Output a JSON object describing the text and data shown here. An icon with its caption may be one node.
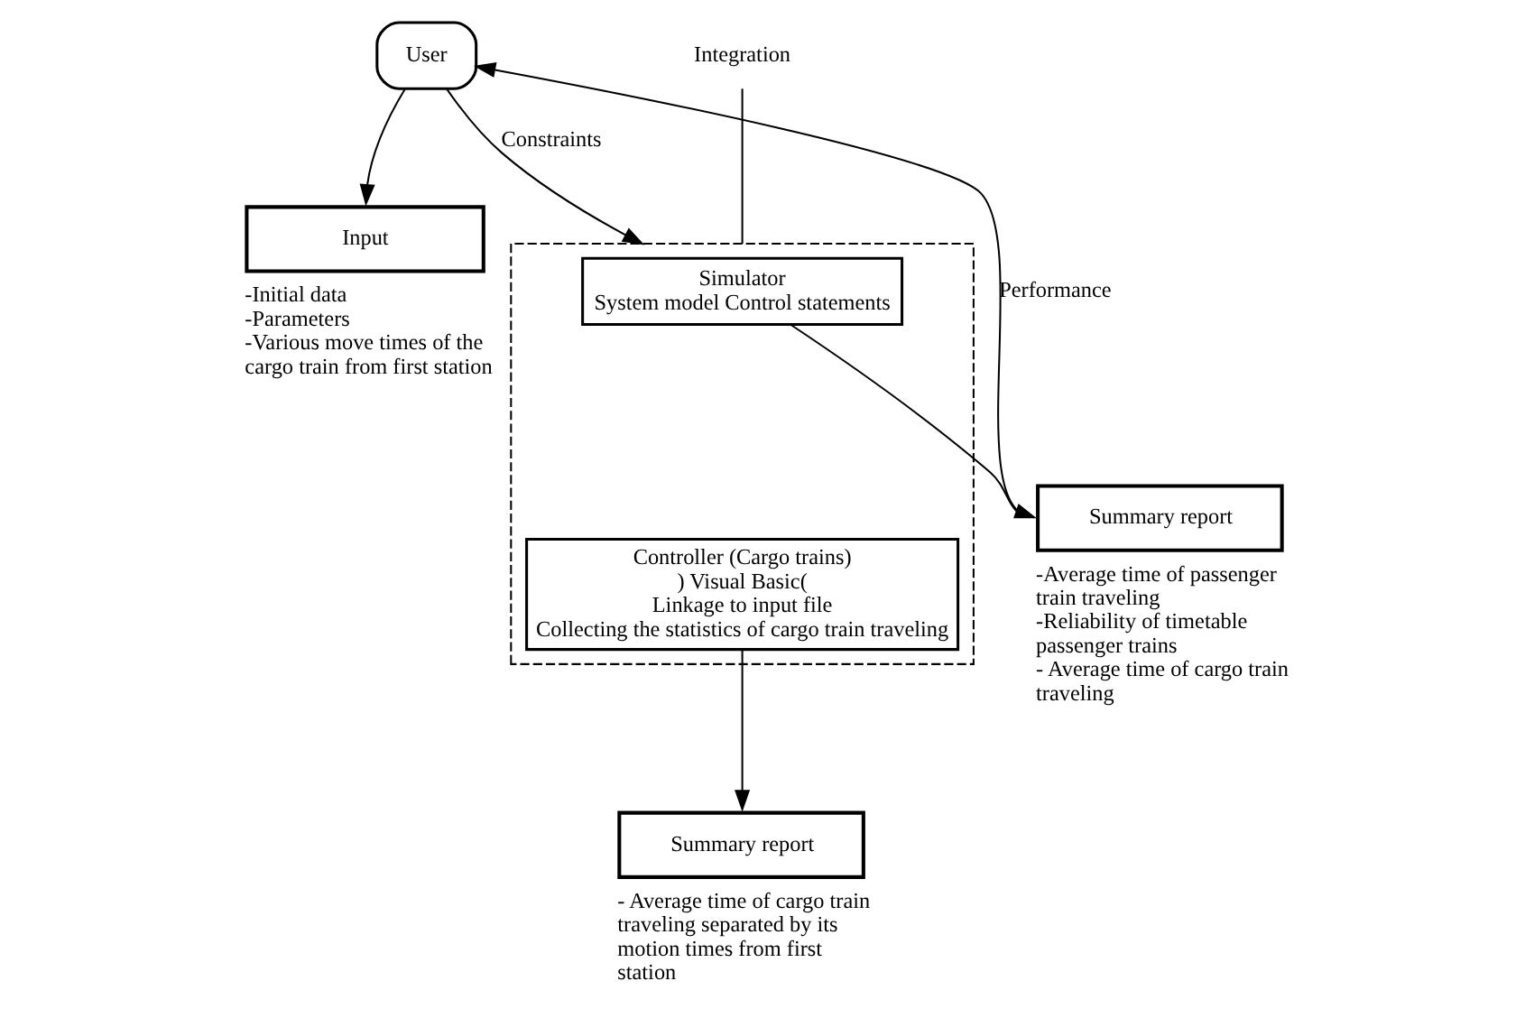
{
  "diagram": {
    "nodes": [
      {
        "text": [
          "User"
        ]
      },
      {
        "text": [
          "Input"
        ],
        "beside": [
          "-Initial data",
          "-Parameters",
          "-Various move times of the cargo train from first station"
        ]
      },
      {
        "text": [],
        "shape": "box"
      },
      {
        "text": [
          "Simulator",
          "System model Control statements"
        ],
        "in": 2
      },
      {
        "text": [
          "Controller (Cargo trains)",
          ") Visual Basic(",
          "Linkage to input file",
          "Collecting the statistics of cargo train traveling"
        ],
        "in": 2
      },
      {
        "text": [
          "Summary report"
        ],
        "beside": [
          "-Average time of passenger train traveling",
          "-Reliability of timetable passenger trains",
          "- Average time of cargo train traveling"
        ]
      },
      {
        "text": [
          "Summary report"
        ],
        "beside": [
          "- Average time of cargo train traveling separated by its motion times from first station"
        ]
      },
      {
        "text": [
          "Integration"
        ]
      }
    ],
    "edges": [
      {
        "from": 0,
        "to": 1,
        "arrow": "to"
      },
      {
        "from": 0,
        "to": 2,
        "arrow": "to",
        "label": "Constraints"
      },
      {
        "from": 5,
        "to": 0,
        "arrow": "to",
        "label": "Performance"
      },
      {
        "from": 3,
        "to": 5,
        "arrow": "to"
      },
      {
        "from": 4,
        "to": 6,
        "arrow": "to"
      },
      {
        "from": 7,
        "to": 2,
        "arrow": "none"
      }
    ]
  }
}
